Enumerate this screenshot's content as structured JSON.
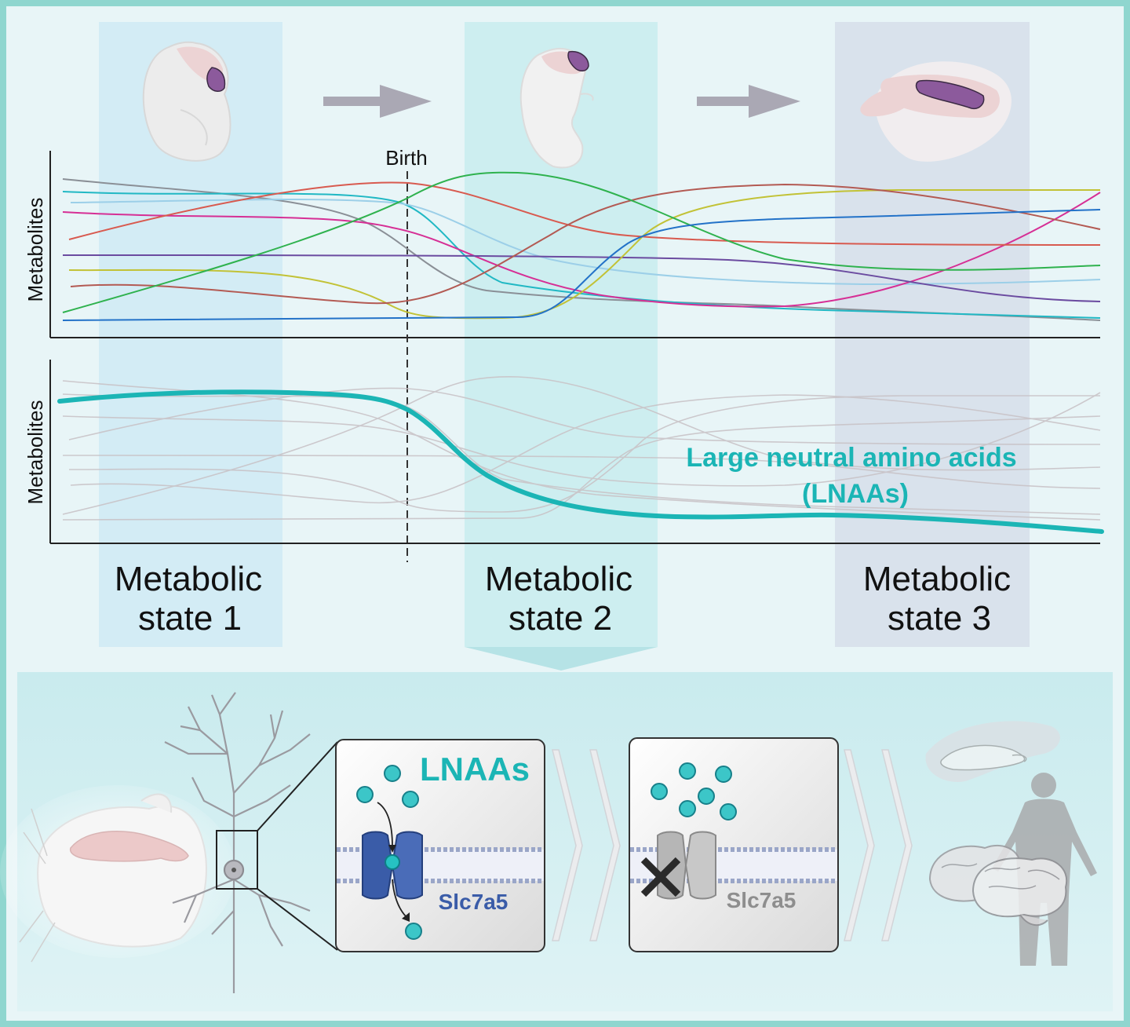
{
  "top_graph": {
    "y_axis_label": "Metabolites",
    "event_label": "Birth"
  },
  "bottom_graph": {
    "y_axis_label": "Metabolites",
    "highlight_label_line1": "Large neutral amino acids",
    "highlight_label_line2": "(LNAAs)"
  },
  "states": [
    {
      "line1": "Metabolic",
      "line2": "state 1"
    },
    {
      "line1": "Metabolic",
      "line2": "state 2"
    },
    {
      "line1": "Metabolic",
      "line2": "state 3"
    }
  ],
  "panel_normal": {
    "ligand_label": "LNAAs",
    "transporter_label": "Slc7a5"
  },
  "panel_knockout": {
    "transporter_label": "Slc7a5"
  },
  "colors": {
    "frame": "#8fd6cf",
    "lnaa_accent": "#1bb5b5",
    "transporter_blue": "#3a5ca8",
    "state1_band": "#d3ecf5",
    "state2_band": "#cdeef0",
    "state3_band": "#d9e2ec",
    "organ_purple": "#8c5a9c"
  },
  "icons": [
    "embryo-icon",
    "neonate-mouse-icon",
    "adult-brain-icon",
    "mouse-head-icon",
    "neuron-icon",
    "human-icon",
    "brain-icon"
  ]
}
